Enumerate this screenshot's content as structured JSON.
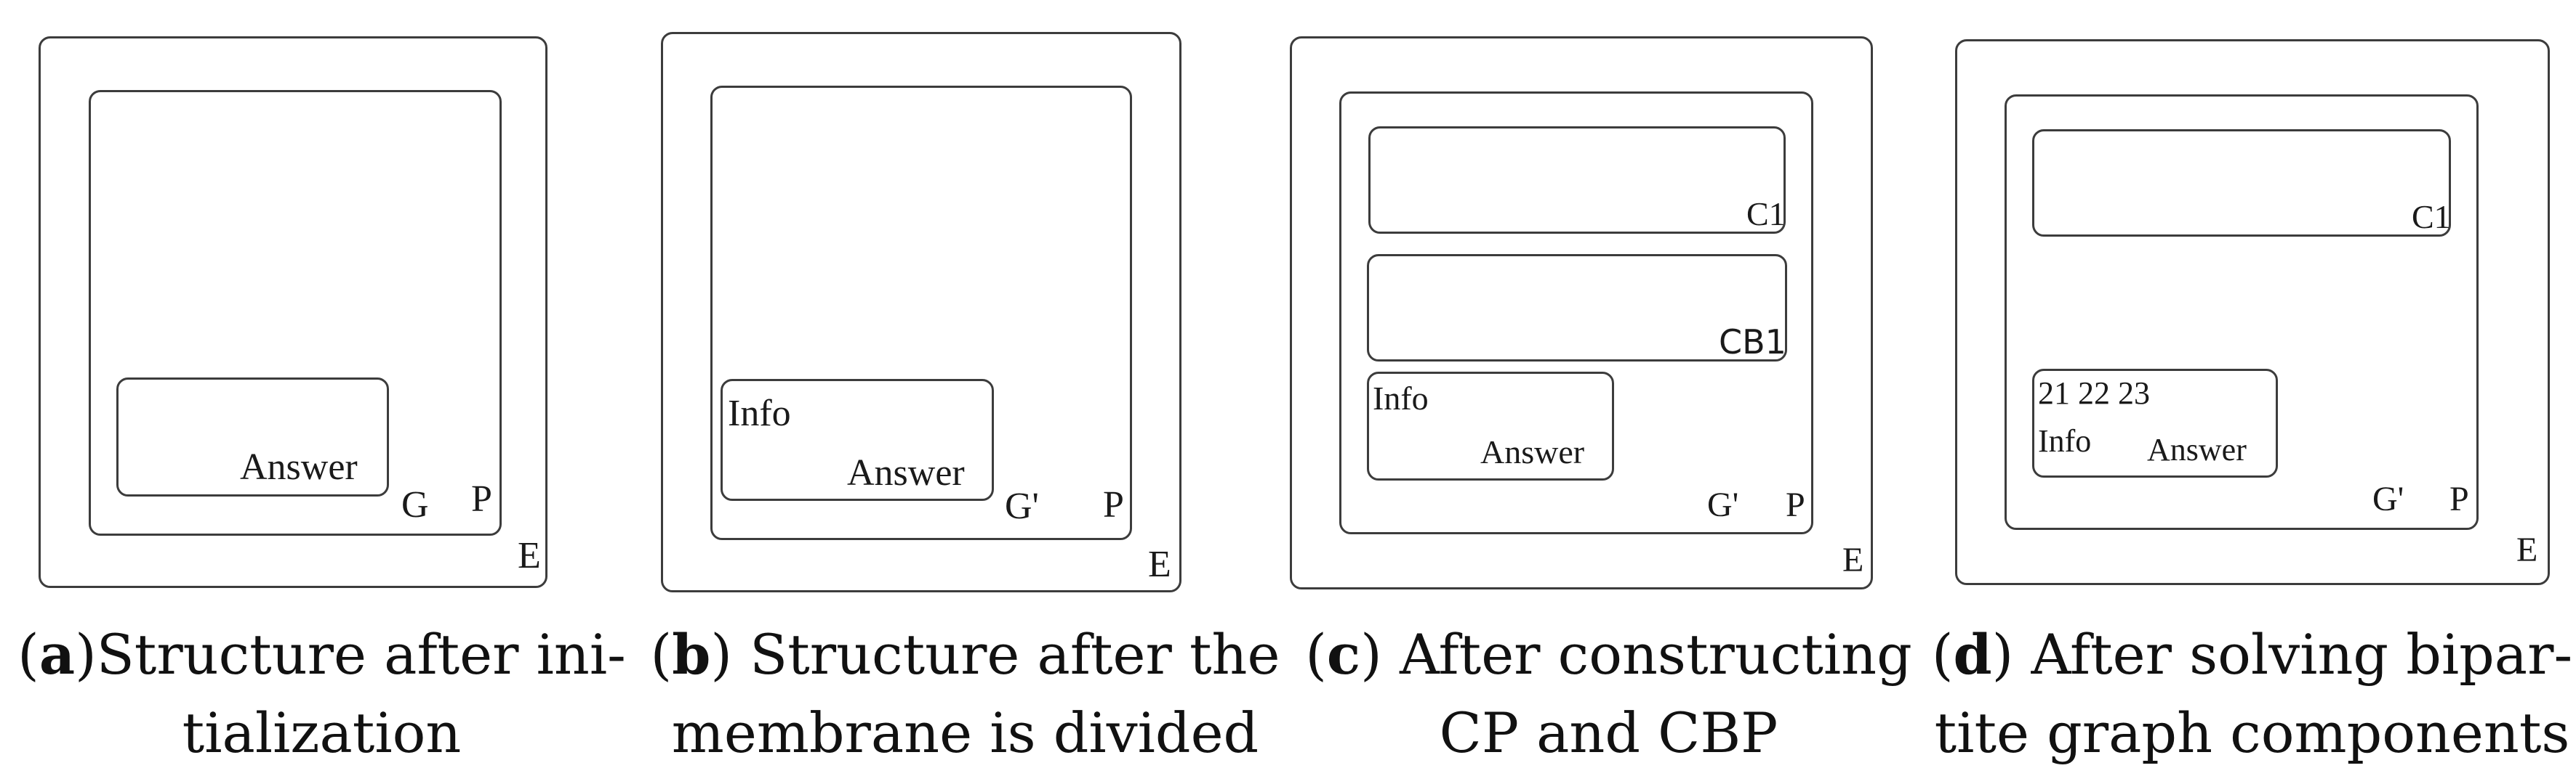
{
  "panels": [
    {
      "labels": {
        "env": "E",
        "skin": "P",
        "inner": "G",
        "answer": "Answer"
      },
      "caption": {
        "letter": "a",
        "open": "(",
        "close": ")",
        "text": "Structure after ini-",
        "line2": "tialization"
      }
    },
    {
      "labels": {
        "env": "E",
        "skin": "P",
        "inner": "G'",
        "info": "Info",
        "answer": "Answer"
      },
      "caption": {
        "letter": "b",
        "open": "(",
        "close": ") ",
        "text": "Structure after the",
        "line2": "membrane is divided"
      }
    },
    {
      "labels": {
        "env": "E",
        "skin": "P",
        "inner": "G'",
        "c1": "C1",
        "cb1": "CB1",
        "info": "Info",
        "answer": "Answer"
      },
      "caption": {
        "letter": "c",
        "open": "(",
        "close": ") ",
        "text": "After constructing",
        "line2": "CP and CBP"
      }
    },
    {
      "labels": {
        "env": "E",
        "skin": "P",
        "inner": "G'",
        "c1": "C1",
        "nums": "21 22 23",
        "info": "Info",
        "answer": "Answer"
      },
      "caption": {
        "letter": "d",
        "open": "(",
        "close": ") ",
        "text": "After solving bipar-",
        "line2": "tite graph components"
      }
    }
  ]
}
